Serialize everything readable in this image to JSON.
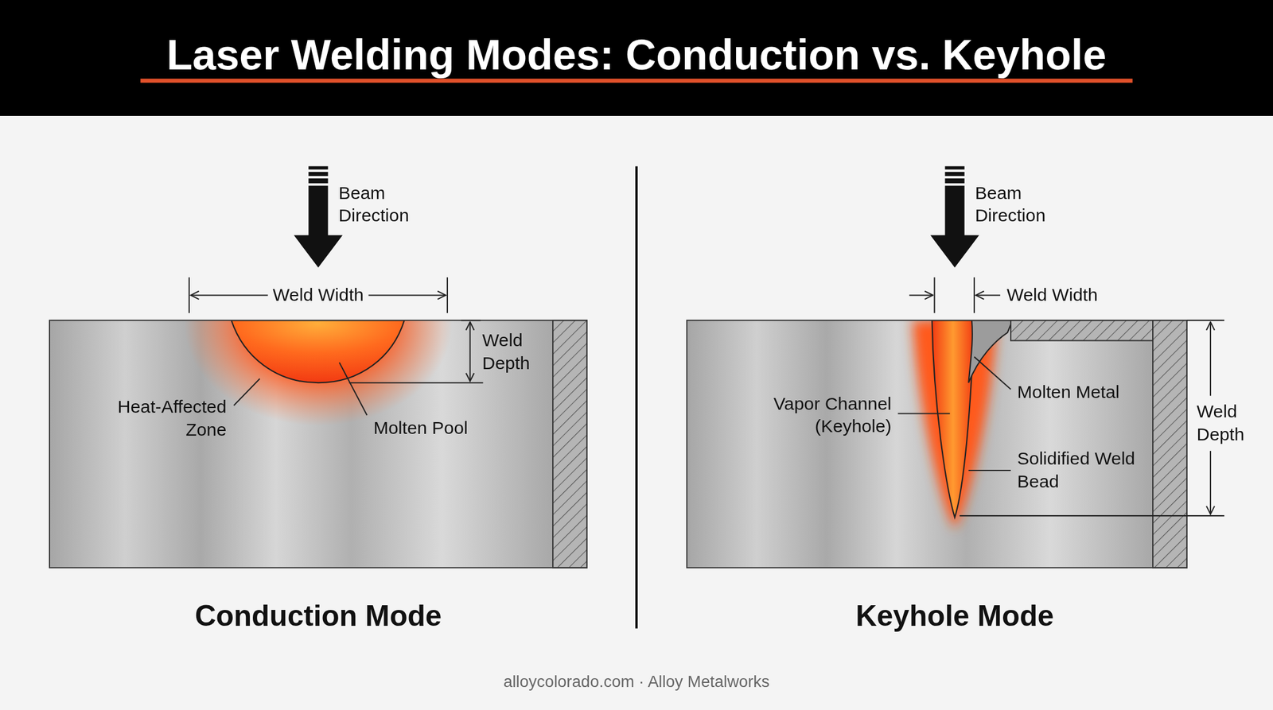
{
  "diagram": {
    "title": "Laser Welding Modes: Conduction vs. Keyhole",
    "caption": "alloycolorado.com · Alloy Metalworks",
    "labels": [
      "Beam Direction",
      "Weld Width",
      "Weld Depth",
      "Heat-Affected Zone",
      "Molten Pool",
      "Conduction Mode",
      "Beam Direction",
      "Weld Width",
      "Vapor Channel (Keyhole)",
      "Molten Metal",
      "Solidified Weld Bead",
      "Weld Depth",
      "Keyhole Mode"
    ]
  }
}
